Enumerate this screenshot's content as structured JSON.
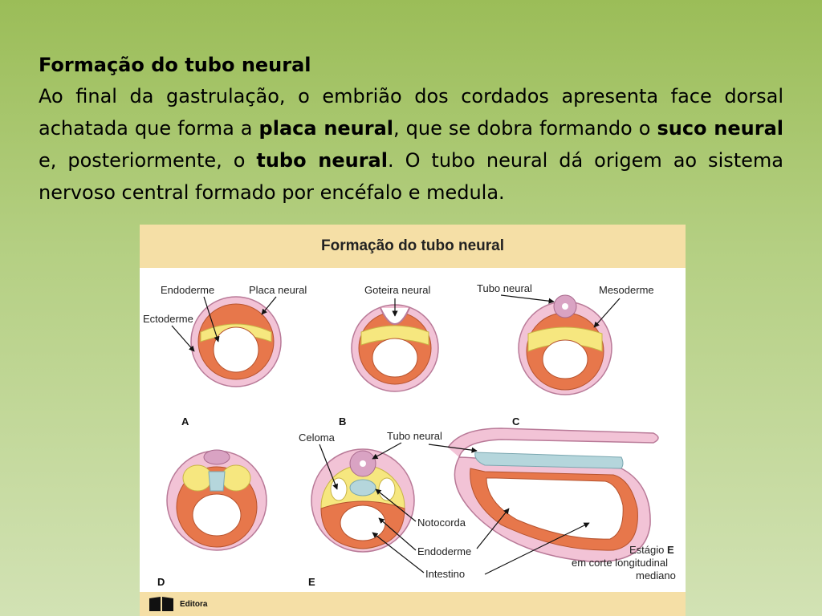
{
  "slide": {
    "title": "Formação do tubo neural",
    "body": [
      {
        "text": "Ao final da gastrulação, o embrião dos cordados apresenta face dorsal achatada que forma a ",
        "bold": false
      },
      {
        "text": "placa neural",
        "bold": true
      },
      {
        "text": ", que se dobra formando o ",
        "bold": false
      },
      {
        "text": "suco neural",
        "bold": true
      },
      {
        "text": " e, posteriormente, o ",
        "bold": false
      },
      {
        "text": "tubo neural",
        "bold": true
      },
      {
        "text": ". O tubo neural dá origem ao sistema nervoso central formado por encéfalo e medula.",
        "bold": false
      }
    ]
  },
  "figure": {
    "header": "Formação do tubo neural",
    "labels": {
      "endoderme": "Endoderme",
      "placa_neural": "Placa neural",
      "ectoderme": "Ectoderme",
      "goteira_neural": "Goteira neural",
      "tubo_neural": "Tubo neural",
      "mesoderme": "Mesoderme",
      "celoma": "Celoma",
      "tubo_neural_e": "Tubo neural",
      "notocorda": "Notocorda",
      "endoderme_e": "Endoderme",
      "intestino": "Intestino",
      "estagio_prefix": "Estágio ",
      "estagio_letter": "E",
      "em_corte": "em corte longitudinal",
      "mediano": "mediano"
    },
    "stages": [
      "A",
      "B",
      "C",
      "D",
      "E"
    ],
    "publisher": "Editora",
    "colors": {
      "ectoderm": "#e9a9c4",
      "endoderm": "#e7774b",
      "mesoderm": "#f6e77f",
      "notochord": "#b5d6dc",
      "neural": "#d9a3c3",
      "header_bg": "#f5dfa6"
    }
  }
}
